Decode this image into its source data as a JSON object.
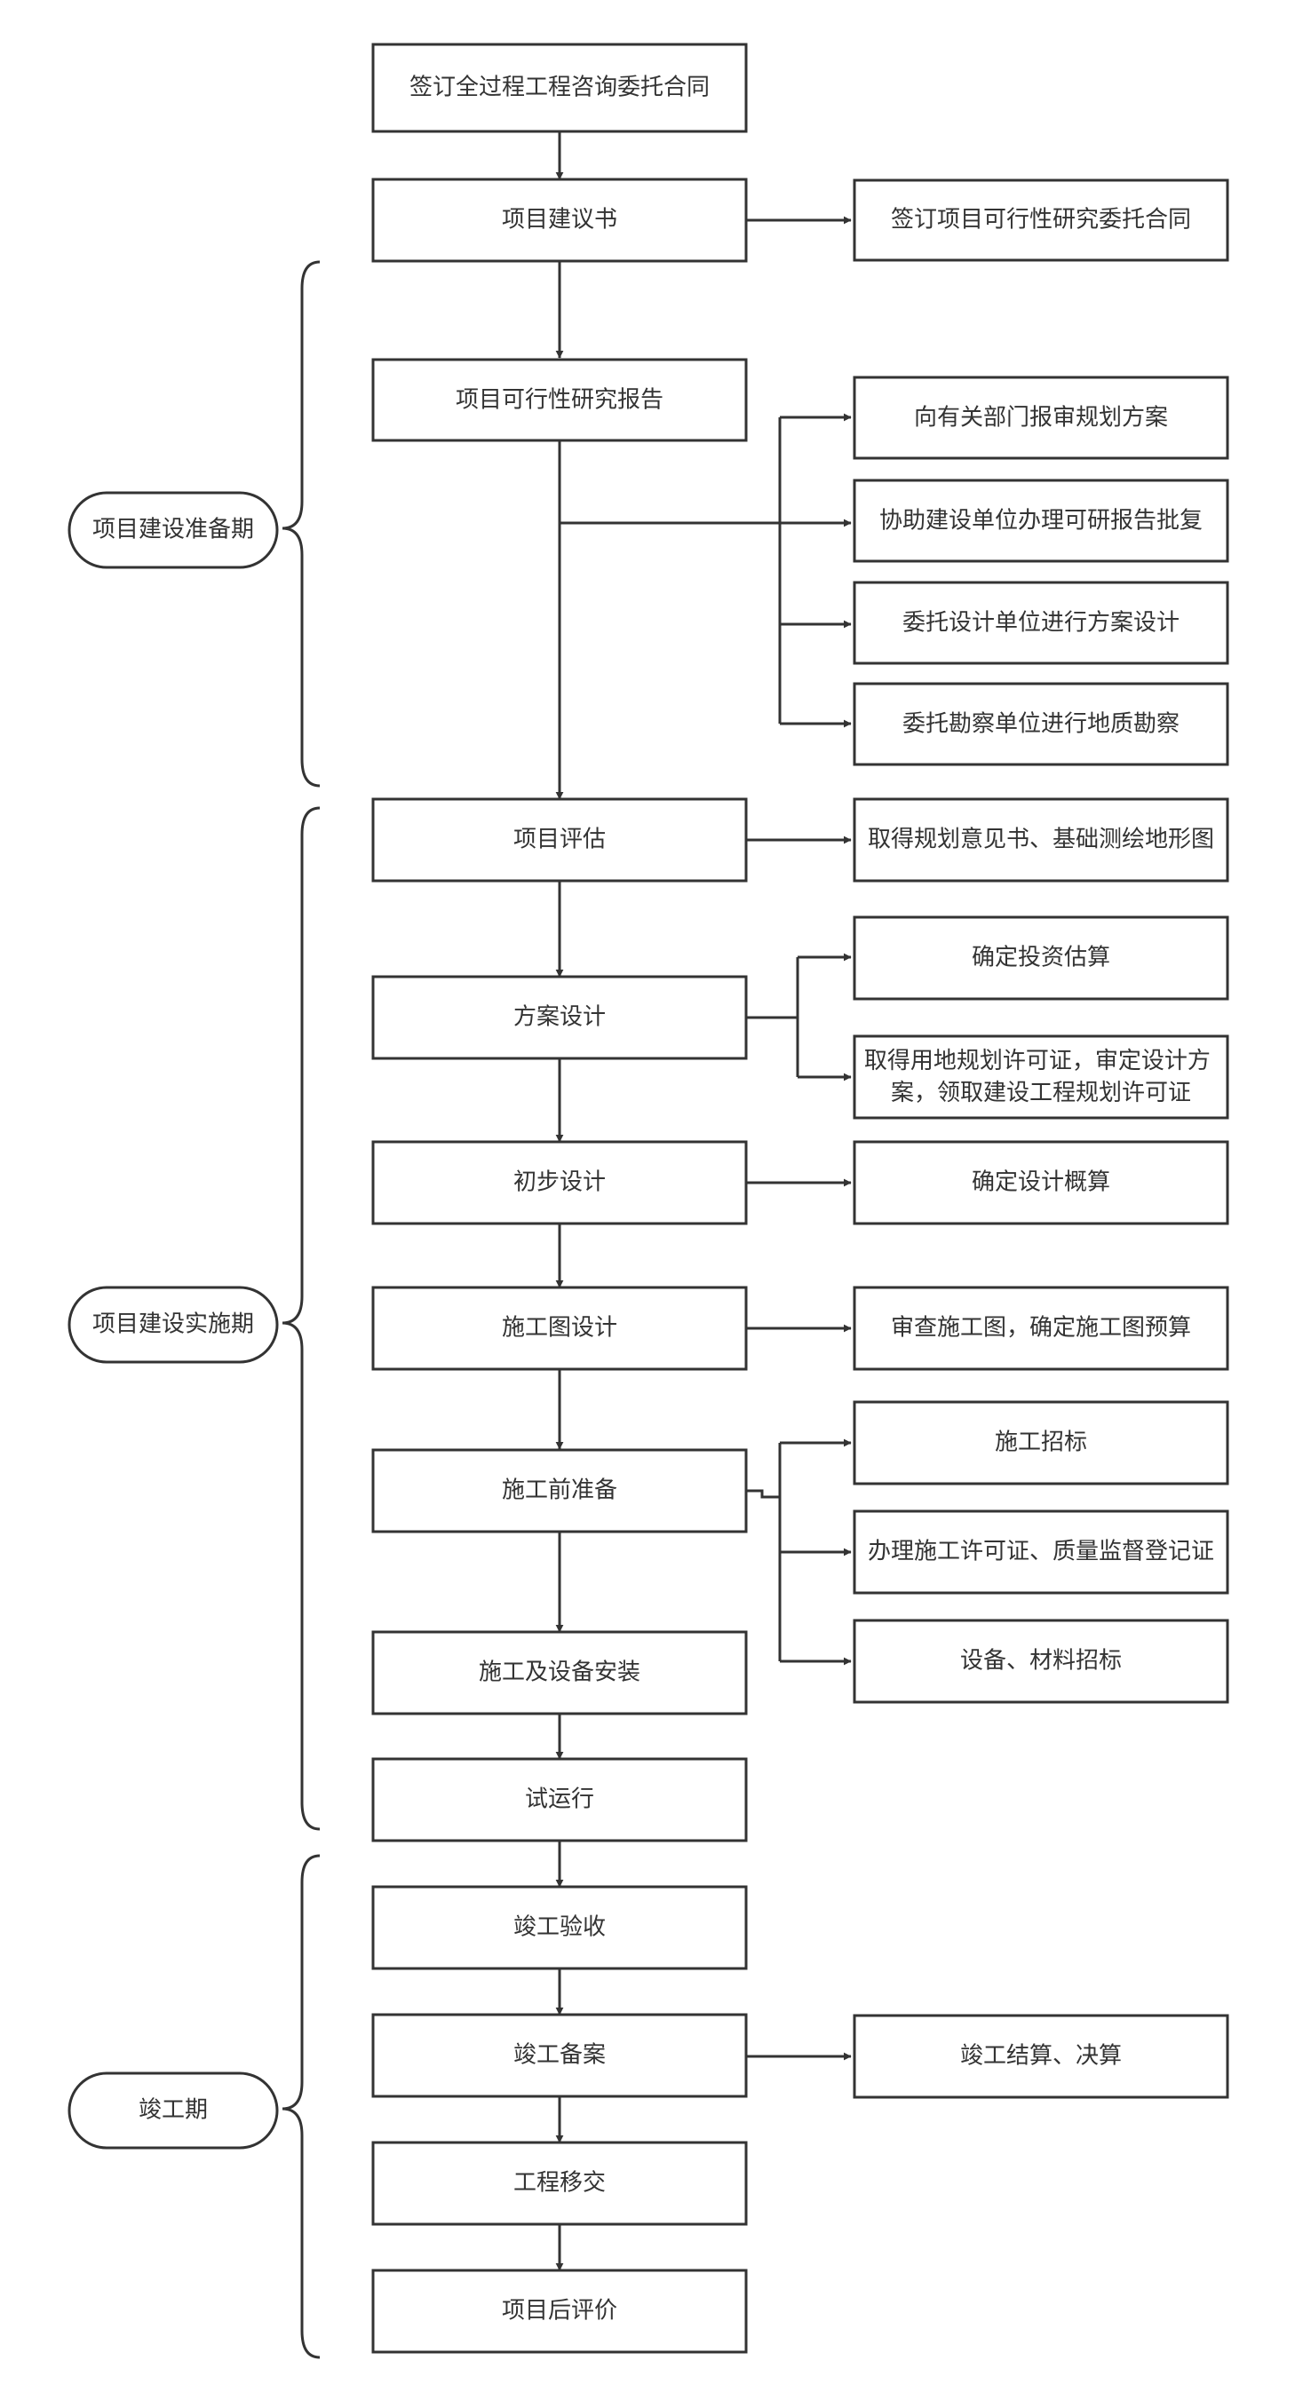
{
  "nodes": {
    "sign_contract": "签订全过程工程咨询委托合同",
    "proposal": "项目建议书",
    "sign_feasibility": "签订项目可行性研究委托合同",
    "feasibility_report": "项目可行性研究报告",
    "submit_plan": "向有关部门报审规划方案",
    "assist_approval": "协助建设单位办理可研报告批复",
    "entrust_design": "委托设计单位进行方案设计",
    "entrust_survey": "委托勘察单位进行地质勘察",
    "evaluation": "项目评估",
    "planning_opinion": "取得规划意见书、基础测绘地形图",
    "scheme_design": "方案设计",
    "investment_estimate": "确定投资估算",
    "land_permit": [
      "取得用地规划许可证，审定设计方",
      "案，领取建设工程规划许可证"
    ],
    "preliminary_design": "初步设计",
    "design_budget": "确定设计概算",
    "construction_drawing": "施工图设计",
    "review_drawing": "审查施工图，确定施工图预算",
    "pre_construction": "施工前准备",
    "construction_bidding": "施工招标",
    "permits": "办理施工许可证、质量监督登记证",
    "equipment_bidding": "设备、材料招标",
    "installation": "施工及设备安装",
    "trial_run": "试运行",
    "acceptance": "竣工验收",
    "filing": "竣工备案",
    "settlement": "竣工结算、决算",
    "handover": "工程移交",
    "post_evaluation": "项目后评价"
  },
  "phases": {
    "preparation": "项目建设准备期",
    "implementation": "项目建设实施期",
    "completion": "竣工期"
  }
}
